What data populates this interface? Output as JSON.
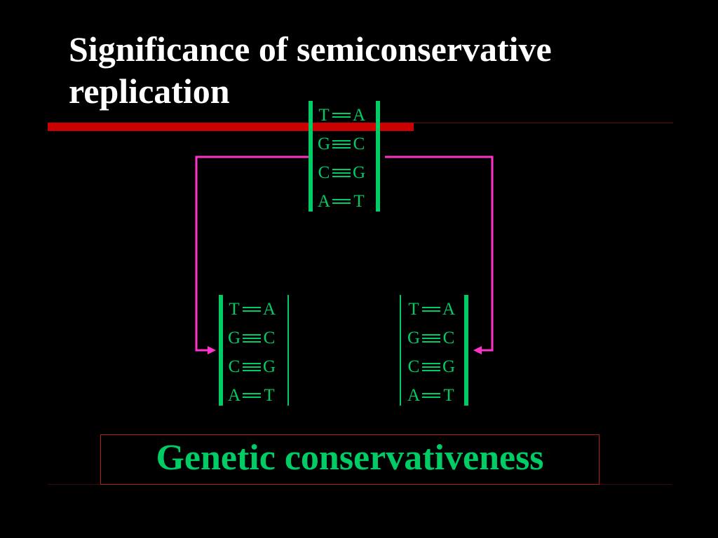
{
  "slide": {
    "title_line1": "Significance of semiconservative",
    "title_line2": "replication",
    "conclusion": "Genetic conservativeness"
  },
  "colors": {
    "background": "#000000",
    "title": "#ffffff",
    "dna": "#00cc66",
    "arrows": "#ff33cc",
    "rule": "#cc0000",
    "conclusion_border": "#b02010"
  },
  "dna": {
    "parent": [
      {
        "left": "T",
        "right": "A",
        "bonds": 2
      },
      {
        "left": "G",
        "right": "C",
        "bonds": 3
      },
      {
        "left": "C",
        "right": "G",
        "bonds": 3
      },
      {
        "left": "A",
        "right": "T",
        "bonds": 2
      }
    ],
    "daughter_left": [
      {
        "left": "T",
        "right": "A",
        "bonds": 2
      },
      {
        "left": "G",
        "right": "C",
        "bonds": 3
      },
      {
        "left": "C",
        "right": "G",
        "bonds": 3
      },
      {
        "left": "A",
        "right": "T",
        "bonds": 2
      }
    ],
    "daughter_right": [
      {
        "left": "T",
        "right": "A",
        "bonds": 2
      },
      {
        "left": "G",
        "right": "C",
        "bonds": 3
      },
      {
        "left": "C",
        "right": "G",
        "bonds": 3
      },
      {
        "left": "A",
        "right": "T",
        "bonds": 2
      }
    ]
  }
}
